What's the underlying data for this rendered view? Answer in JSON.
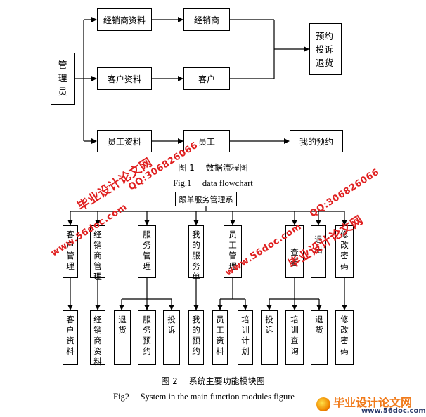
{
  "figure1": {
    "manager": "管理员",
    "dealer_info": "经销商资料",
    "dealer": "经销商",
    "customer_info": "客户资料",
    "customer": "客户",
    "staff_info": "员工资料",
    "staff": "员工",
    "reservation_complaint_return": "预约投诉退货",
    "my_reservation": "我的预约",
    "caption_cn": "图 1　 数据流程图",
    "caption_en": "Fig.1　 data flowchart"
  },
  "figure2": {
    "root": "跟单服务管理系",
    "modules": [
      "客户管理",
      "经销商管理",
      "服务管理",
      "我的服务单",
      "员工管理",
      "查看",
      "退出",
      "修改密码"
    ],
    "leaves": [
      "客户资料",
      "经销商资料",
      "退货",
      "服务预约",
      "投诉",
      "我的预约",
      "员工资料",
      "培训计划",
      "投诉",
      "培训查询",
      "退货",
      "修改密码"
    ],
    "caption_cn": "图 2　 系统主要功能模块图",
    "caption_en": "Fig2　 System in the main function modules figure"
  },
  "watermarks": {
    "brand": "毕业设计论文网",
    "site": "www.56doc.com",
    "qq": "QQ:306826066",
    "logo_cn": "毕业设计论文网",
    "logo_url": "www.56doc.com"
  },
  "colors": {
    "watermark_red": "#e02020",
    "watermark_orange": "#f07a1a",
    "line": "#000000"
  }
}
